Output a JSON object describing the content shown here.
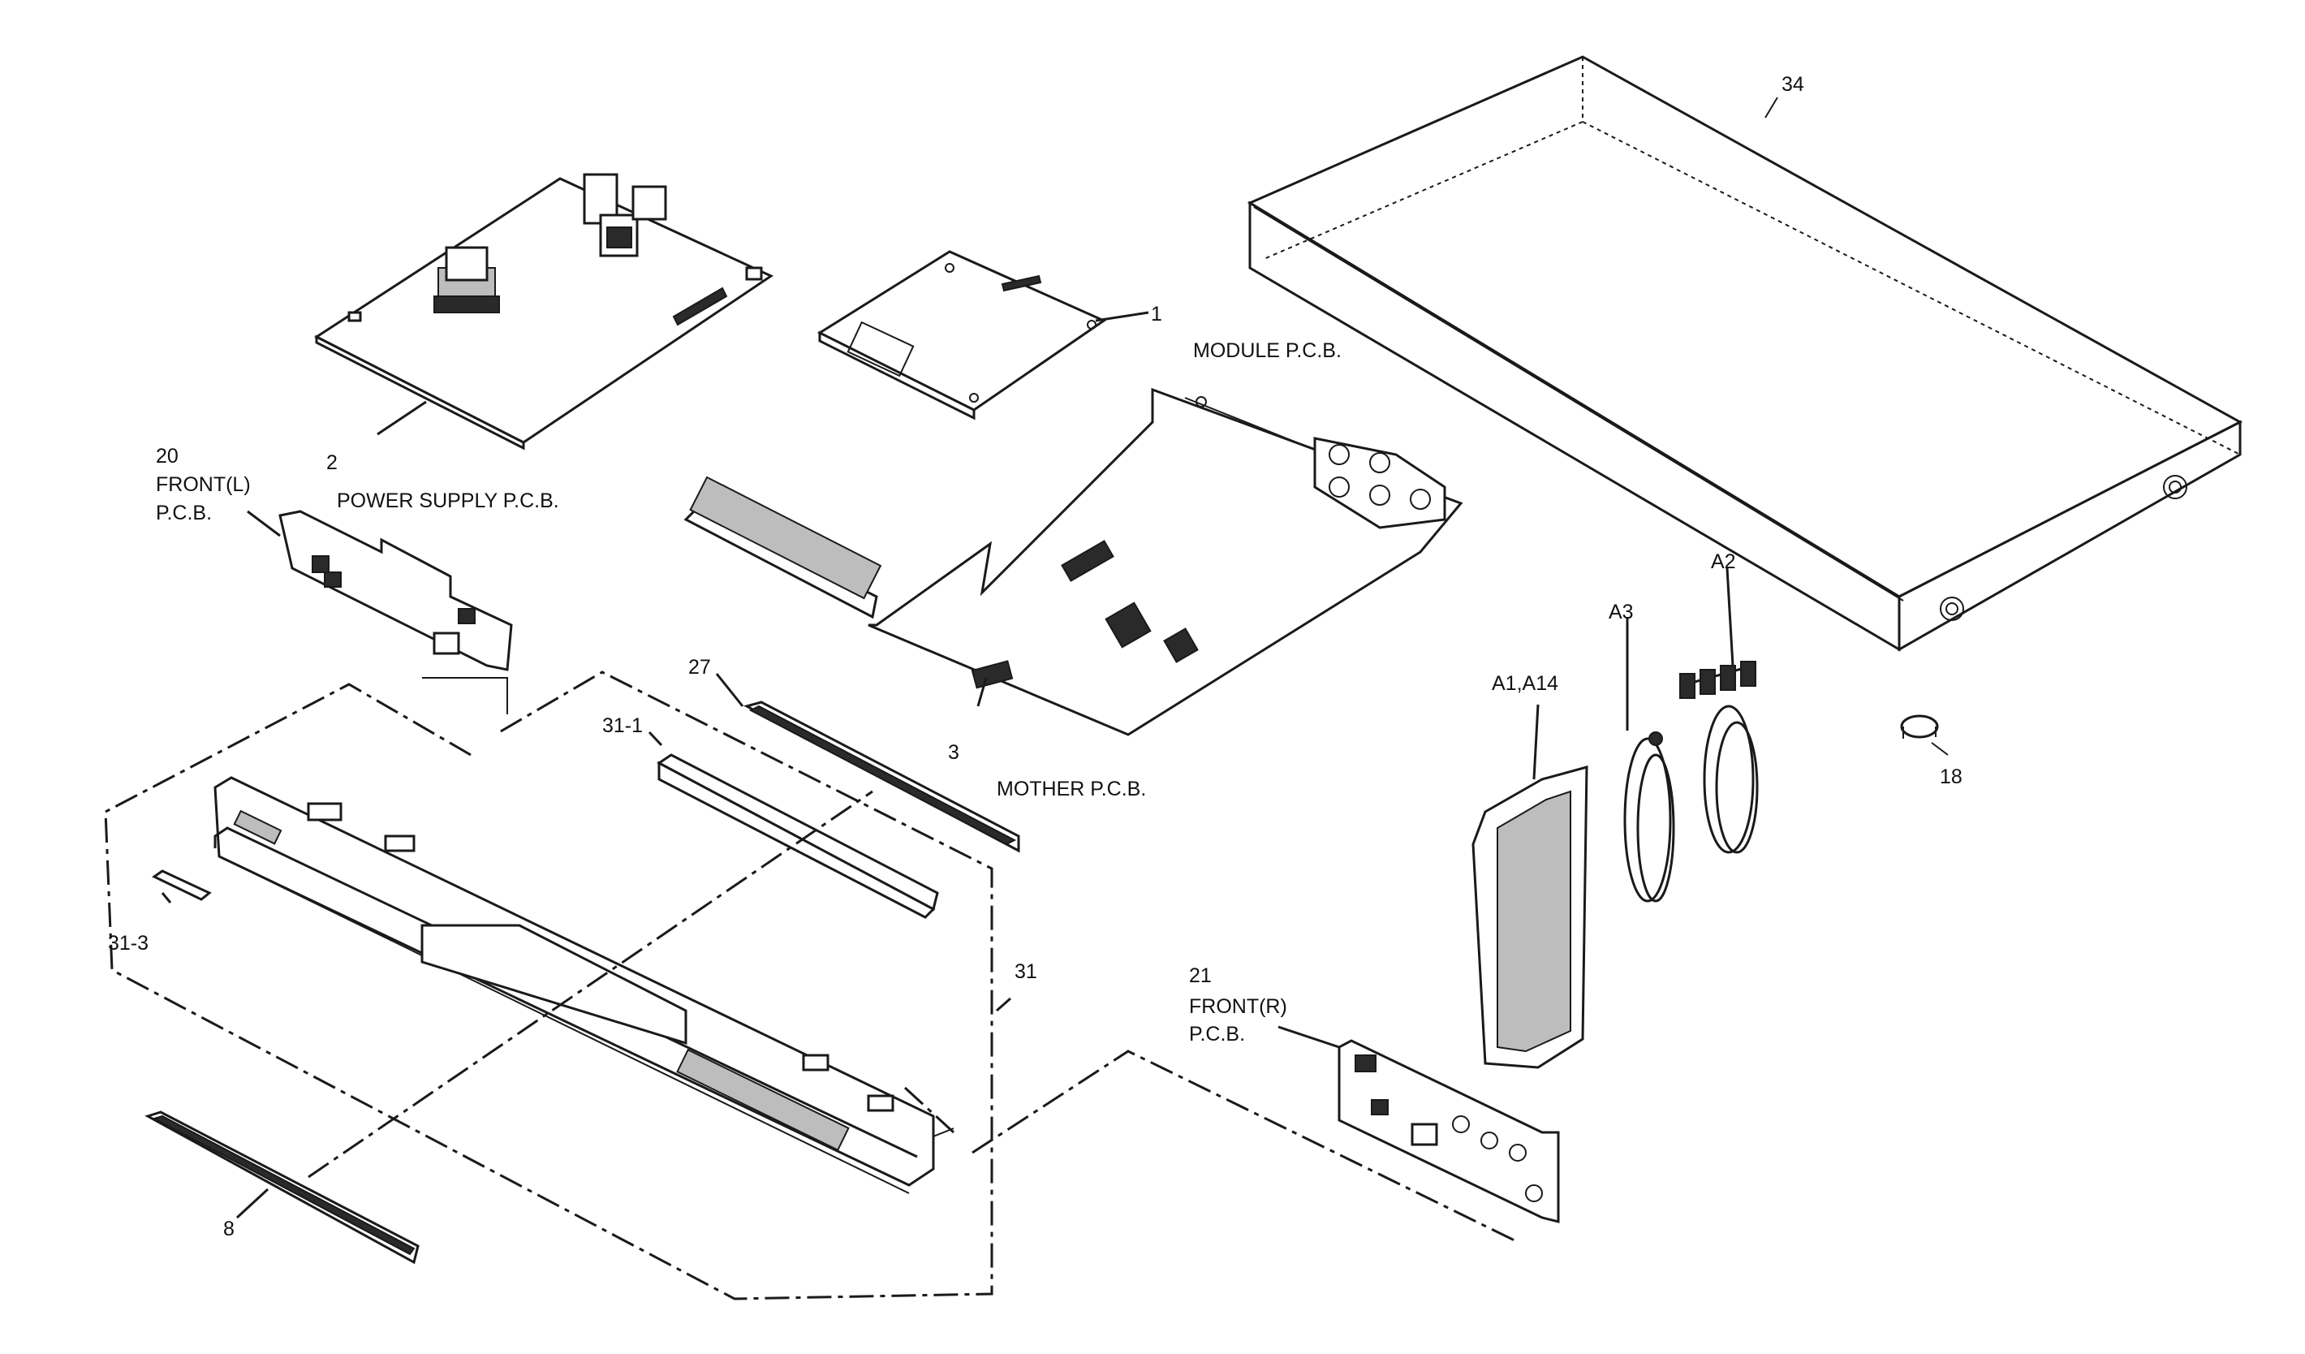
{
  "labels": {
    "module_pcb": "MODULE P.C.B.",
    "power_supply_pcb": "POWER SUPPLY P.C.B.",
    "front_l_line1": "FRONT(L)",
    "front_l_line2": "P.C.B.",
    "mother_pcb": "MOTHER P.C.B.",
    "front_r_line1": "FRONT(R)",
    "front_r_line2": "P.C.B."
  },
  "callouts": {
    "n1": "1",
    "n2": "2",
    "n3": "3",
    "n8": "8",
    "n18": "18",
    "n20": "20",
    "n21": "21",
    "n27": "27",
    "n31": "31",
    "n31_1": "31-1",
    "n31_3": "31-3",
    "n34": "34",
    "a1": "A1,A14",
    "a2": "A2",
    "a3": "A3"
  }
}
